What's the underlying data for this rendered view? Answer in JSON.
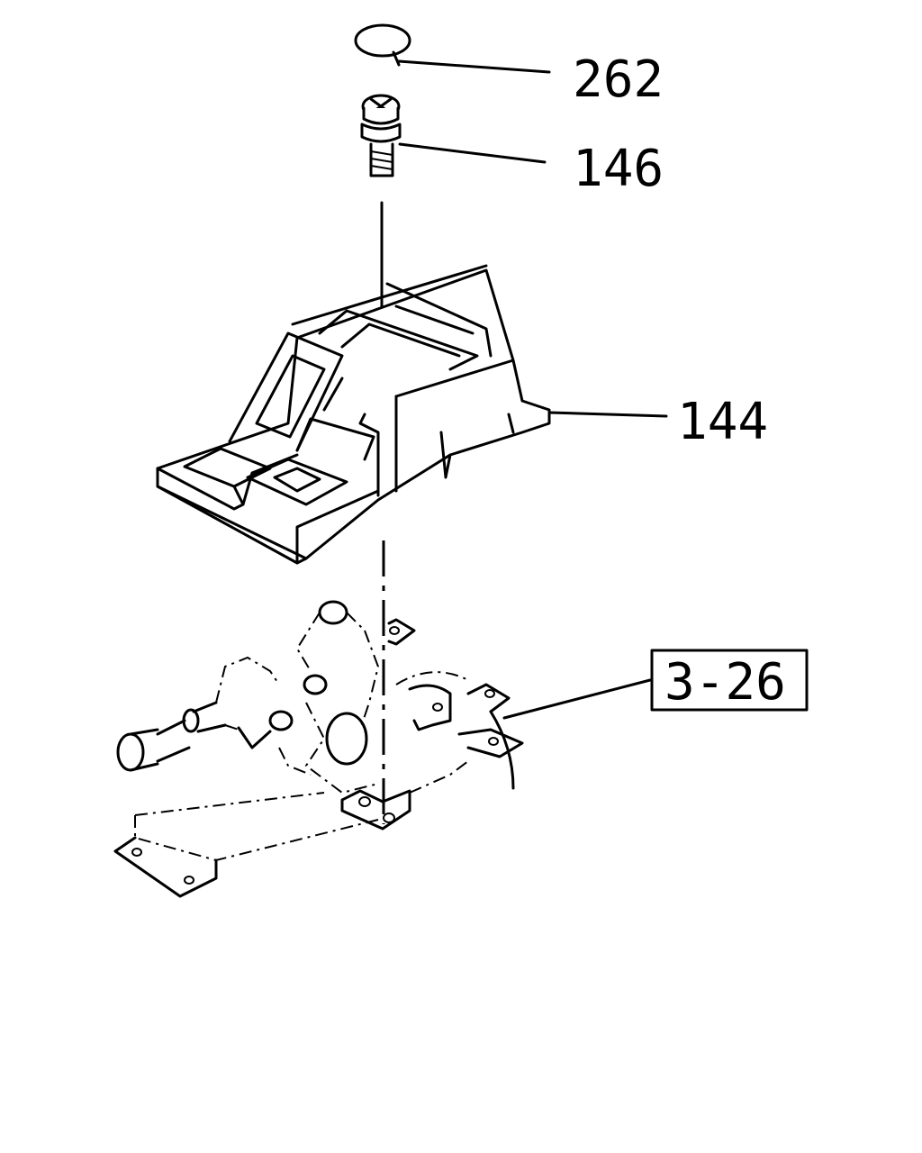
{
  "callouts": [
    {
      "id": "262",
      "label": "262"
    },
    {
      "id": "146",
      "label": "146"
    },
    {
      "id": "144",
      "label": "144"
    }
  ],
  "reference": {
    "label": "3-26",
    "boxed": true
  },
  "colors": {
    "ink": "#000000",
    "paper": "#ffffff"
  }
}
